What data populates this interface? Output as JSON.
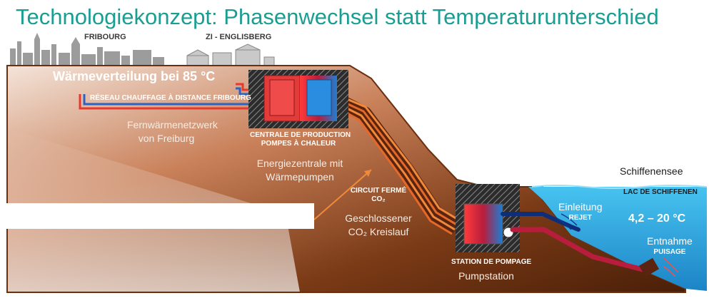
{
  "title": "Technologiekonzept: Phasenwechsel statt Temperaturunterschied",
  "locations": {
    "fribourg": "FRIBOURG",
    "englisberg": "ZI - ENGLISBERG",
    "lake_de": "Schiffenensee",
    "lake_fr": "LAC DE SCHIFFENEN"
  },
  "heat_distribution": {
    "heading": "Wärmeverteilung bei 85 °C",
    "network_fr": "RÉSEAU CHAUFFAGE À DISTANCE FRIBOURG",
    "network_de_line1": "Fernwärmenetzwerk",
    "network_de_line2": "von Freiburg"
  },
  "central": {
    "fr_line1": "CENTRALE DE PRODUCTION",
    "fr_line2": "POMPES À CHALEUR",
    "de_line1": "Energiezentrale mit",
    "de_line2": "Wärmepumpen"
  },
  "circuit": {
    "fr_line1": "CIRCUIT FERMÉ",
    "fr_line2": "CO₂",
    "de_line1": "Geschlossener",
    "de_line2": "CO₂ Kreislauf"
  },
  "pump_station": {
    "fr": "STATION DE POMPAGE",
    "de": "Pumpstation"
  },
  "lake": {
    "temperature": "4,2 – 20 °C",
    "discharge_de": "Einleitung",
    "discharge_fr": "REJET",
    "intake_de": "Entnahme",
    "intake_fr": "PUISAGE"
  },
  "colors": {
    "title": "#1a9e92",
    "soil_dark": "#5a2a10",
    "soil_light": "#f4e2d8",
    "water": "#2aa7dd",
    "hot_pipe": "#e8392f",
    "cold_pipe": "#2a63c4",
    "co2_pipe": "#f08a3a"
  }
}
